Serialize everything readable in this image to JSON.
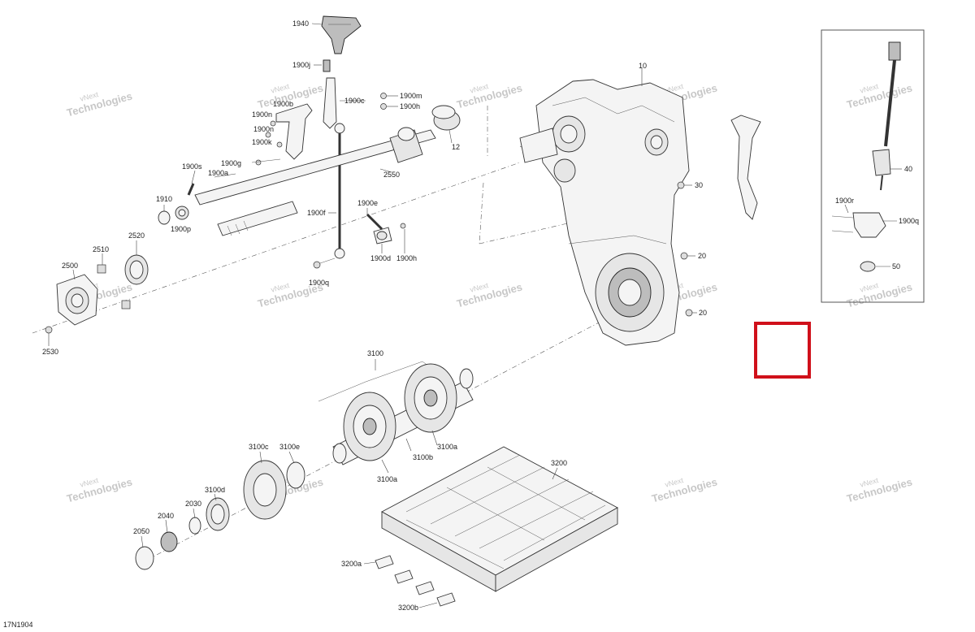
{
  "figure_id": "17N1904",
  "highlight_color": "#d0101a",
  "watermark": {
    "line1": "vNext",
    "line2": "Technologies",
    "line3": "vNext Technologies"
  },
  "callouts": {
    "c1940": "1940",
    "c1900j": "1900j",
    "c1900m": "1900m",
    "c1900c": "1900c",
    "c1900h_top": "1900h",
    "c1900b": "1900b",
    "c1900n": "1900n",
    "c1900k": "1900k",
    "c1900g": "1900g",
    "c1900s": "1900s",
    "c1900a": "1900a",
    "c12": "12",
    "c2550": "2550",
    "c1910": "1910",
    "c1900p": "1900p",
    "c1900e": "1900e",
    "c1900f": "1900f",
    "c1900d": "1900d",
    "c1900h_bot": "1900h",
    "c1900q_left": "1900q",
    "c2510": "2510",
    "c2520": "2520",
    "c2500": "2500",
    "c2530": "2530",
    "c10": "10",
    "c30": "30",
    "c20_a": "20",
    "c20_b": "20",
    "c40": "40",
    "c1900r": "1900r",
    "c1900q_right": "1900q",
    "c50": "50",
    "c3100": "3100",
    "c3100b": "3100b",
    "c3100a_r": "3100a",
    "c3100a_b": "3100a",
    "c3100c": "3100c",
    "c3100e": "3100e",
    "c3100d": "3100d",
    "c2030": "2030",
    "c2040": "2040",
    "c2050": "2050",
    "c3200": "3200",
    "c3200a": "3200a",
    "c3200b": "3200b"
  }
}
